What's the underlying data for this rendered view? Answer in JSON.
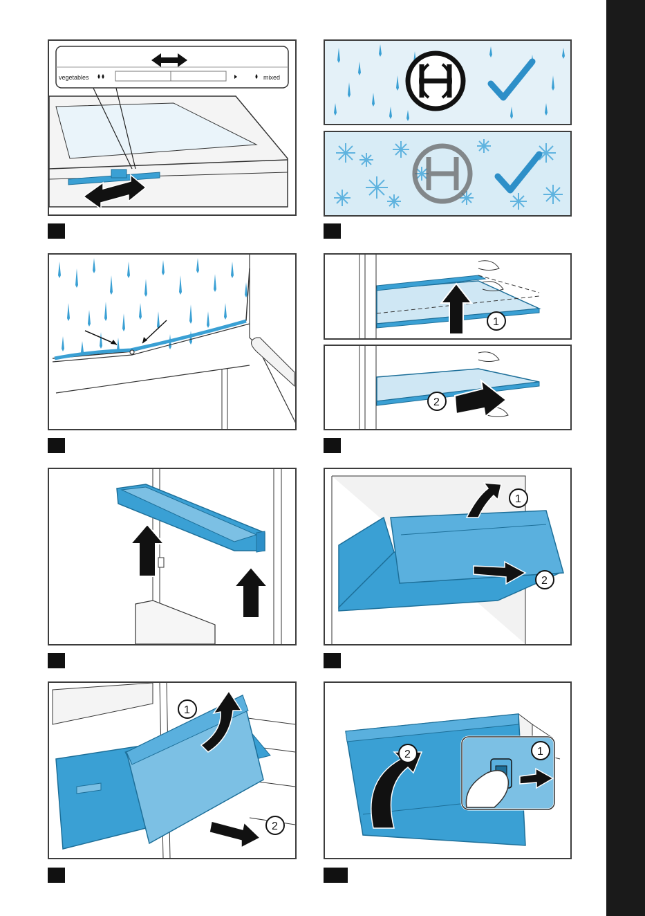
{
  "sidebar": {
    "color": "#1a1a1a"
  },
  "colors": {
    "blue": "#3aa0d4",
    "light_blue": "#7cc0e4",
    "pale_blue": "#d8ecf6",
    "ink": "#222222"
  },
  "fig1": {
    "humidity_left": "vegetables",
    "humidity_right": "mixed",
    "icon_left": "two-drops-icon",
    "icon_right": "one-drop-icon"
  },
  "fig_callouts": {
    "one": "1",
    "two": "2"
  },
  "icons": [
    "double-arrow-icon",
    "brand-logo-icon",
    "checkmark-icon",
    "snowflake-icon",
    "raindrop-icon",
    "arrow-up-icon",
    "finger-press-icon"
  ]
}
